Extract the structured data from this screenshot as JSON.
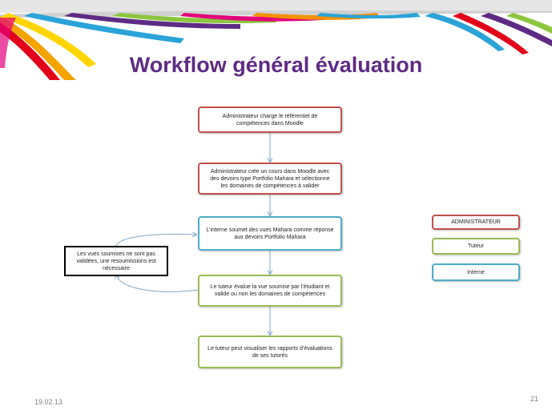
{
  "slide": {
    "title": "Workflow général évaluation",
    "date": "19.02.13",
    "page_number": "21"
  },
  "workflow": {
    "steps": [
      {
        "text": "Administrateur charge le référentiel de compétences dans Moodle",
        "role": "admin"
      },
      {
        "text": "Administrateur crée un cours dans Moodle avec des devoirs type Portfolio Mahara et sélectionne les domaines de compétences à valider",
        "role": "admin"
      },
      {
        "text": "L’interne soumet des vues Mahara comme réponse aux devoirs Portfolio Mahara",
        "role": "interne"
      },
      {
        "text": "Le tuteur évalue la vue soumise par l’étudiant et valide ou non les domaines de compétences",
        "role": "tuteur"
      },
      {
        "text": "Le tuteur peut visualiser les rapports d’évaluations de ses tutorés",
        "role": "tuteur"
      }
    ],
    "side_note": "Les vues soumises ne sont pas validées, une resoumissions est nécessaire"
  },
  "legend": [
    {
      "label": "ADMINISTRATEUR",
      "color": "#c0504d"
    },
    {
      "label": "Tuteur",
      "color": "#9bbb59"
    },
    {
      "label": "Interne",
      "color": "#4bacc6"
    }
  ],
  "colors": {
    "title": "#5e2b84",
    "admin": "#c0504d",
    "tuteur": "#9bbb59",
    "interne": "#4bacc6",
    "arrow": "#7fa6c9"
  }
}
